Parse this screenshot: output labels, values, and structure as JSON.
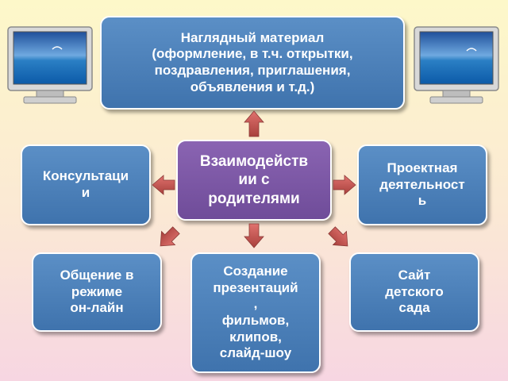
{
  "diagram": {
    "center": "Взаимодейств\nии с\nродителями",
    "top": "Наглядный материал\n(оформление,    в т.ч. открытки,\nпоздравления, приглашения,\nобъявления и т.д.)",
    "left": "Консультаци\nи",
    "right": "Проектная\nдеятельност\nь",
    "bottom_left": "Общение в\nрежиме\nон-лайн",
    "bottom_center": "Создание\nпрезентаций\n,\nфильмов,\nклипов,\nслайд-шоу",
    "bottom_right": "Сайт\nдетского\nсада"
  },
  "colors": {
    "box_fill": "#4a7fb9",
    "center_fill": "#7b56a5",
    "arrow_fill": "#c0504d"
  },
  "icons": [
    "computer-monitor-icon",
    "computer-monitor-icon"
  ]
}
